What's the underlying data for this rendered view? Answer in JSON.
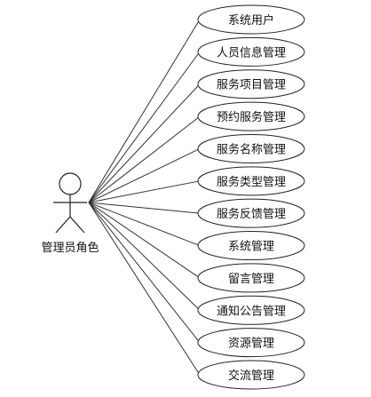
{
  "actor": {
    "label": "管理员角色"
  },
  "use_cases": [
    {
      "label": "系统用户"
    },
    {
      "label": "人员信息管理"
    },
    {
      "label": "服务项目管理"
    },
    {
      "label": "预约服务管理"
    },
    {
      "label": "服务名称管理"
    },
    {
      "label": "服务类型管理"
    },
    {
      "label": "服务反馈管理"
    },
    {
      "label": "系统管理"
    },
    {
      "label": "留言管理"
    },
    {
      "label": "通知公告管理"
    },
    {
      "label": "资源管理"
    },
    {
      "label": "交流管理"
    }
  ]
}
